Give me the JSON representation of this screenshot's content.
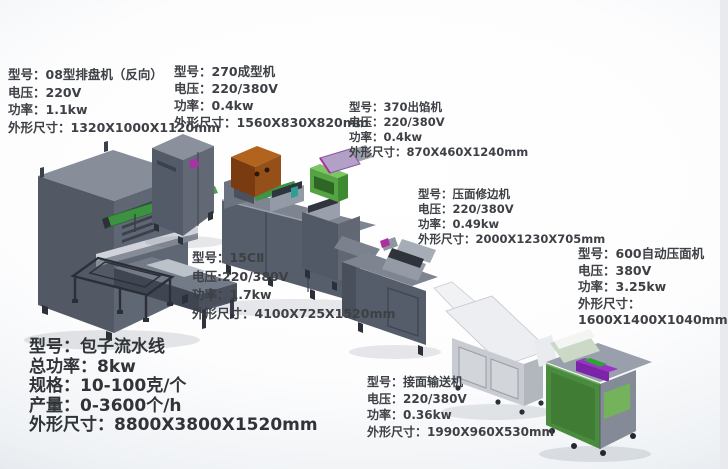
{
  "page": {
    "background_center": "#ffffff",
    "background_edge": "#ccd3db",
    "text_color": "#3d4045"
  },
  "palette": {
    "machine_gray_front": "#575e6b",
    "machine_gray_top": "#878d99",
    "conveyor_green": "#3c9241",
    "hopper_brown": "#7a3b10",
    "hopper_purple": "#b3a0c7",
    "accent_magenta": "#ab2f9e",
    "accent_teal": "#2f9e95",
    "machine_green": "#4a8c3e",
    "purple_block": "#9c31c9",
    "belt_white": "#eceef1"
  },
  "machine_specs": [
    {
      "id": "paipanji-08",
      "lines": [
        "型号：08型排盘机（反向）",
        "电压：220V",
        "功率：1.1kw",
        "外形尺寸：1320X1000X1120mm"
      ]
    },
    {
      "id": "chengxingji-270",
      "lines": [
        "型号：270成型机",
        "电压：220/380V",
        "功率：0.4kw",
        "外形尺寸：1560X830X820mm"
      ]
    },
    {
      "id": "chuxianji-370",
      "lines": [
        "型号：370出馅机",
        "电压：220/380V",
        "功率：0.4kw",
        "外形尺寸：870X460X1240mm"
      ]
    },
    {
      "id": "yamian-xiubianji",
      "lines": [
        "型号：压面修边机",
        "电压：220/380V",
        "功率：0.49kw",
        "外形尺寸：2000X1230X705mm"
      ]
    },
    {
      "id": "15cii",
      "lines": [
        "型号：15CⅡ",
        "电压:220/380V",
        "功率：1.7kw",
        "外形尺寸：4100X725X1520mm"
      ]
    },
    {
      "id": "yamianji-600",
      "lines": [
        "型号：600自动压面机",
        "电压：380V",
        "功率：3.25kw",
        "外形尺寸：",
        "1600X1400X1040mm"
      ]
    },
    {
      "id": "jiemian-shusongji",
      "lines": [
        "型号：接面输送机",
        "电压：220/380V",
        "功率：0.36kw",
        "外形尺寸：1990X960X530mm"
      ]
    }
  ],
  "line_summary": {
    "lines": [
      "型号：包子流水线",
      "总功率：8kw",
      "规格：10-100克/个",
      "产量：0-3600个/h",
      "外形尺寸：8800X3800X1520mm"
    ]
  }
}
